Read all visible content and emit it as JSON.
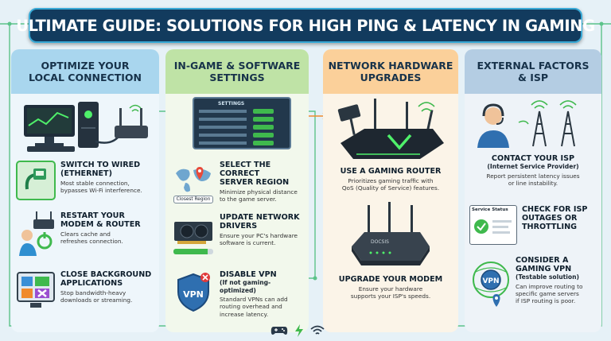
{
  "title": "ULTIMATE GUIDE: SOLUTIONS FOR HIGH PING & LATENCY IN GAMING",
  "columns": [
    {
      "title_lines": [
        "OPTIMIZE YOUR",
        "LOCAL CONNECTION"
      ],
      "items": [
        {
          "title_lines": [
            "SWITCH TO WIRED",
            "(ETHERNET)"
          ],
          "desc_lines": [
            "Most stable connection,",
            "bypasses Wi-Fi interference."
          ]
        },
        {
          "title_lines": [
            "RESTART YOUR",
            "MODEM & ROUTER"
          ],
          "desc_lines": [
            "Clears cache and",
            "refreshes connection."
          ]
        },
        {
          "title_lines": [
            "CLOSE BACKGROUND",
            "APPLICATIONS"
          ],
          "desc_lines": [
            "Stop bandwidth-heavy",
            "downloads or streaming."
          ]
        }
      ]
    },
    {
      "title_lines": [
        "IN-GAME & SOFTWARE",
        "SETTINGS"
      ],
      "settings_label": "SETTINGS",
      "items": [
        {
          "title_lines": [
            "SELECT THE CORRECT",
            "SERVER REGION"
          ],
          "desc_lines": [
            "Minimize physical distance",
            "to the game server."
          ],
          "badge": "Closest Region"
        },
        {
          "title_lines": [
            "UPDATE NETWORK",
            "DRIVERS"
          ],
          "desc_lines": [
            "Ensure your PC's hardware",
            "software is current."
          ]
        },
        {
          "title_lines": [
            "DISABLE VPN"
          ],
          "sub_lines": [
            "(If not gaming-optimized)"
          ],
          "desc_lines": [
            "Standard VPNs can add",
            "routing overhead and",
            "increase latency."
          ],
          "vpn_label": "VPN"
        }
      ]
    },
    {
      "title_lines": [
        "NETWORK HARDWARE",
        "UPGRADES"
      ],
      "items": [
        {
          "title_lines": [
            "USE A GAMING ROUTER"
          ],
          "desc_lines": [
            "Prioritizes gaming traffic with",
            "QoS (Quality of Service) features."
          ]
        },
        {
          "title_lines": [
            "UPGRADE YOUR MODEM"
          ],
          "desc_lines": [
            "Ensure your hardware",
            "supports your ISP's speeds."
          ],
          "modem_label": "DOCSIS"
        }
      ]
    },
    {
      "title_lines": [
        "EXTERNAL FACTORS",
        "& ISP"
      ],
      "items": [
        {
          "title_lines": [
            "CONTACT YOUR ISP"
          ],
          "sub_lines": [
            "(Internet Service Provider)"
          ],
          "desc_lines": [
            "Report persistent latency issues",
            "or line instability."
          ]
        },
        {
          "title_lines": [
            "CHECK FOR ISP",
            "OUTAGES OR",
            "THROTTLING"
          ],
          "status_label": "Service Status"
        },
        {
          "title_lines": [
            "CONSIDER A",
            "GAMING VPN"
          ],
          "sub_lines": [
            "(Testable solution)"
          ],
          "desc_lines": [
            "Can improve routing to",
            "specific game servers",
            "if ISP routing is poor."
          ],
          "vpn_label": "VPN"
        }
      ]
    }
  ],
  "colors": {
    "banner": "#123b5e",
    "accent_green": "#3fb94d",
    "blue_head": "#a9d6ee",
    "green_head": "#bfe3a6",
    "orange_head": "#fbd09a",
    "steel_head": "#b4cde3"
  }
}
